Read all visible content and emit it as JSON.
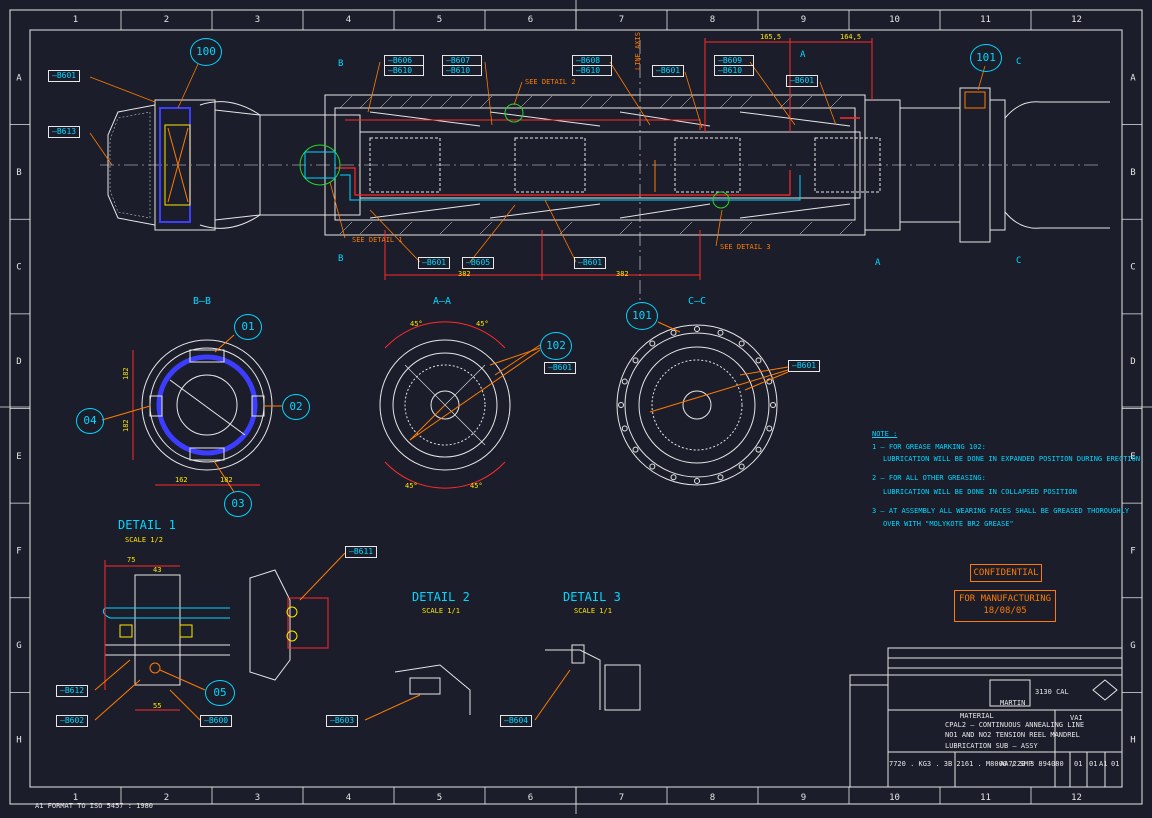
{
  "colors": {
    "background": "#1b1d2b",
    "lines": "#e6e6e6",
    "red": "#ff2a2a",
    "cyan": "#00d8ff",
    "yellow": "#ffe600",
    "orange": "#ff7b00",
    "blue": "#3d3dff",
    "green": "#26d826"
  },
  "grid": {
    "columns": [
      "1",
      "2",
      "3",
      "4",
      "5",
      "6",
      "7",
      "8",
      "9",
      "10",
      "11",
      "12"
    ],
    "rows": [
      "A",
      "B",
      "C",
      "D",
      "E",
      "F",
      "G",
      "H"
    ]
  },
  "top_view": {
    "refs_top": [
      {
        "a": "B606",
        "b": "B610"
      },
      {
        "a": "B607",
        "b": "B610"
      },
      {
        "a": "B608",
        "b": "B610"
      },
      {
        "a": "B609",
        "b": "B610"
      }
    ],
    "single_refs": [
      "B601",
      "B613",
      "B601",
      "B601",
      "B601",
      "B605",
      "B601"
    ],
    "balloons": [
      "100",
      "101"
    ],
    "section_marks": [
      "B",
      "B",
      "A",
      "A",
      "C",
      "C"
    ],
    "callouts": [
      "SEE DETAIL 2",
      "SEE DETAIL 1",
      "SEE DETAIL 3"
    ],
    "dims": [
      "165,5",
      "164,5",
      "382",
      "382"
    ],
    "center_label": "LINE AXIS"
  },
  "sections": {
    "bb": {
      "title": "B–B",
      "balloons": [
        "01",
        "02",
        "03",
        "04"
      ],
      "dims": [
        "182",
        "182",
        "162",
        "182"
      ]
    },
    "aa": {
      "title": "A–A",
      "balloon": "102",
      "ref": "B601",
      "angles": [
        "45°",
        "45°",
        "45°",
        "45°"
      ]
    },
    "cc": {
      "title": "C–C",
      "balloon": "101",
      "ref": "B601"
    }
  },
  "notes": {
    "title": "NOTE :",
    "lines": [
      "1 – FOR GREASE MARKING 102:",
      "LUBRICATION WILL BE DONE IN EXPANDED POSITION DURING ERECTION",
      "2 – FOR ALL OTHER GREASING:",
      "LUBRICATION WILL BE DONE IN COLLAPSED POSITION",
      "3 – AT ASSEMBLY ALL WEARING FACES SHALL BE GREASED THOROUGHLY",
      "OVER WITH \"MOLYKOTE BR2 GREASE\""
    ],
    "confidential": "CONFIDENTIAL",
    "manufacturing": "FOR MANUFACTURING",
    "date": "18/08/05"
  },
  "details": {
    "d1": {
      "title": "DETAIL 1",
      "scale": "SCALE 1/2",
      "refs": [
        "B612",
        "B602",
        "B600"
      ],
      "balloon": "05",
      "dims": [
        "75",
        "43",
        "55"
      ]
    },
    "d2": {
      "title": "DETAIL 2",
      "scale": "SCALE 1/1",
      "ref": "B611"
    },
    "d3": {
      "title": "DETAIL 3",
      "scale": "SCALE 1/1"
    },
    "bottom_refs": [
      "B603",
      "B604"
    ]
  },
  "title_block": {
    "material": "MATERIAL",
    "desc1": "CPAL2 – CONTINUOUS ANNEALING LINE",
    "desc2": "NO1 AND NO2 TENSION REEL MANDREL",
    "desc3": "LUBRICATION SUB – ASSY",
    "drawing_no": "7720 . KG3 . 3B 2161 . M8000 / SMP",
    "ref_no": "AA7220",
    "serial": "3 894080",
    "sheet": [
      "01",
      "01",
      "A1",
      "01"
    ],
    "client": "VAI",
    "customer": "3130 CAL",
    "maker": "MARTIN"
  },
  "footer": "A1 FORMAT TO ISO 5457 : 1980"
}
